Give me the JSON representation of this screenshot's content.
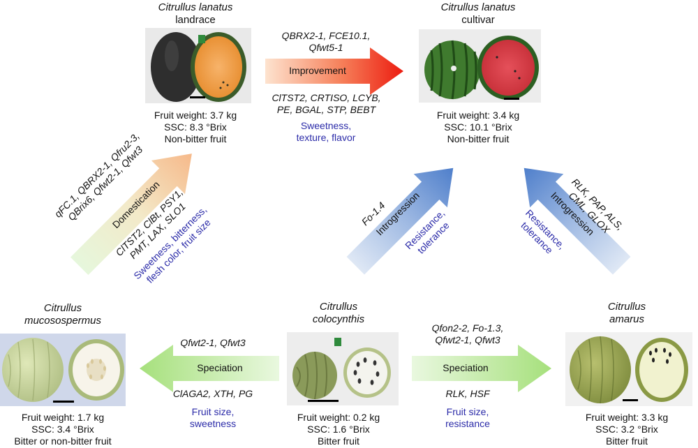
{
  "species": {
    "landrace": {
      "name_line1": "Citrullus lanatus",
      "name_line2": "landrace",
      "traits": [
        "Fruit weight: 3.7 kg",
        "SSC: 8.3 °Brix",
        "Non-bitter fruit"
      ]
    },
    "cultivar": {
      "name_line1": "Citrullus lanatus",
      "name_line2": "cultivar",
      "traits": [
        "Fruit weight: 3.4 kg",
        "SSC: 10.1 °Brix",
        "Non-bitter fruit"
      ]
    },
    "mucosospermus": {
      "name_line1": "Citrullus",
      "name_line2": "mucosospermus",
      "traits": [
        "Fruit weight: 1.7 kg",
        "SSC: 3.4 °Brix",
        "Bitter or non-bitter fruit"
      ]
    },
    "colocynthis": {
      "name_line1": "Citrullus",
      "name_line2": "colocynthis",
      "traits": [
        "Fruit weight: 0.2 kg",
        "SSC: 1.6 °Brix",
        "Bitter fruit"
      ]
    },
    "amarus": {
      "name_line1": "Citrullus",
      "name_line2": "amarus",
      "traits": [
        "Fruit weight: 3.3 kg",
        "SSC: 3.2 °Brix",
        "Bitter fruit"
      ]
    }
  },
  "arrows": {
    "improvement": {
      "label": "Improvement",
      "top_genes": [
        "QBRX2-1, FCE10.1,",
        "Qfwt5-1"
      ],
      "bottom_genes": [
        "ClTST2, CRTISO, LCYB,",
        "PE, BGAL, STP, BEBT"
      ],
      "traits": [
        "Sweetness,",
        "texture, flavor"
      ]
    },
    "domestication": {
      "label": "Domestication",
      "top_genes": [
        "qFC.1, QBRX2-1, Qfru2-3,",
        "QBrix6, Qfwt2-1, Qfwt3"
      ],
      "bottom_genes": [
        "ClTST2, ClBt, PSY1,",
        "PMT, LAX, SLO1"
      ],
      "traits": [
        "Sweetness, bitterness,",
        "flesh color, fruit size"
      ]
    },
    "introgression_left": {
      "label": "Introgression",
      "genes": [
        "Fo-1.4"
      ],
      "traits": [
        "Resistance,",
        "tolerance"
      ]
    },
    "introgression_right": {
      "label": "Introgression",
      "genes": [
        "RLK, PAP, ALS,",
        "CML, GLOX"
      ],
      "traits": [
        "Resistance,",
        "tolerance"
      ]
    },
    "speciation_left": {
      "label": "Speciation",
      "top_genes": [
        "Qfwt2-1, Qfwt3"
      ],
      "bottom_genes": [
        "ClAGA2, XTH, PG"
      ],
      "traits": [
        "Fruit size,",
        "sweetness"
      ]
    },
    "speciation_right": {
      "label": "Speciation",
      "top_genes": [
        "Qfon2-2, Fo-1.3,",
        "Qfwt2-1, Qfwt3"
      ],
      "bottom_genes": [
        "RLK, HSF"
      ],
      "traits": [
        "Fruit size,",
        "resistance"
      ]
    }
  }
}
